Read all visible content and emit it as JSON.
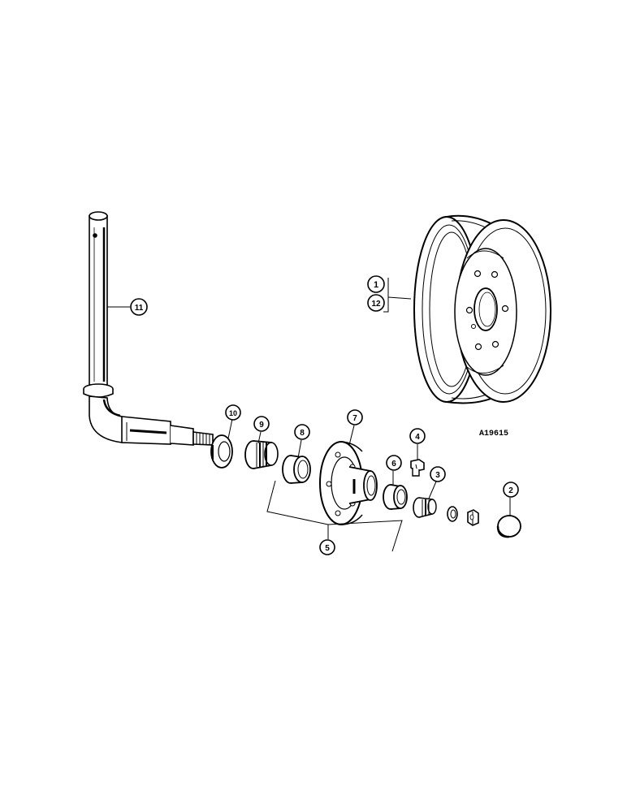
{
  "reference_code": "A19615",
  "callouts": {
    "c1": "1",
    "c2": "2",
    "c3": "3",
    "c4": "4",
    "c5": "5",
    "c6": "6",
    "c7": "7",
    "c8": "8",
    "c9": "9",
    "c10": "10",
    "c11": "11",
    "c12": "12"
  }
}
